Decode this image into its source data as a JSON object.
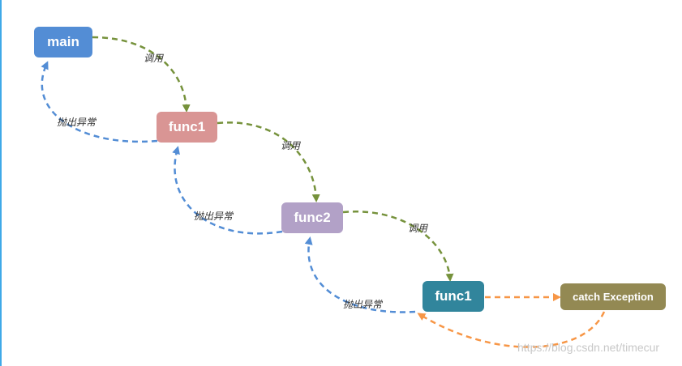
{
  "nodes": {
    "main": {
      "label": "main",
      "color": "#538dd5"
    },
    "func1_a": {
      "label": "func1",
      "color": "#d99594"
    },
    "func2": {
      "label": "func2",
      "color": "#b2a1c7"
    },
    "func1_b": {
      "label": "func1",
      "color": "#31859c"
    },
    "catch": {
      "label": "catch Exception",
      "color": "#938953"
    }
  },
  "edges": {
    "call_label": "调用",
    "throw_label": "抛出异常",
    "call_color": "#76923c",
    "throw_color": "#538dd5",
    "catch_color": "#f79646"
  },
  "watermark": "https://blog.csdn.net/timecur",
  "accent": "#3fa9e8"
}
